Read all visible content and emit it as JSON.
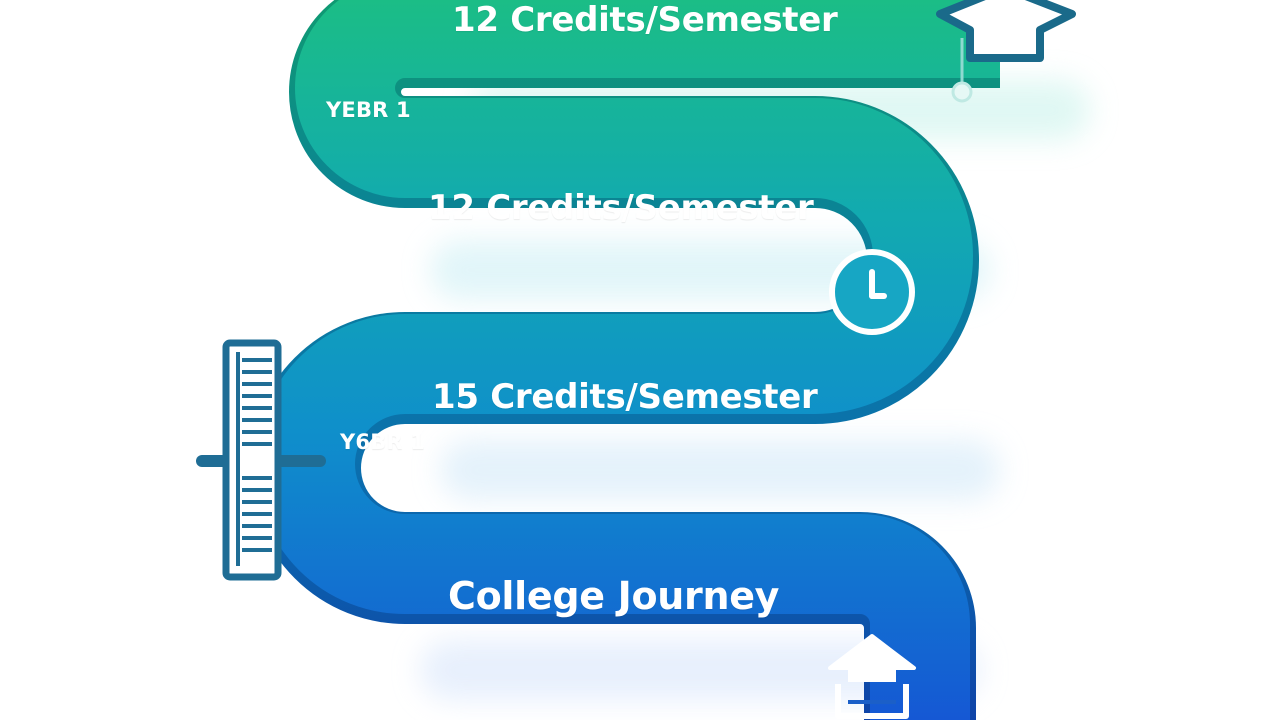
{
  "diagram": {
    "title": "College Journey",
    "segments": [
      {
        "label": "12 Credits/Semester"
      },
      {
        "label": "12 Credits/Semester"
      },
      {
        "label": "15 Credits/Semester"
      }
    ],
    "year_markers": [
      {
        "label": "YEBR 1"
      },
      {
        "label": "Y6BR 1"
      }
    ],
    "icons": [
      "graduation-cap-icon",
      "clock-icon",
      "ruler-gauge-icon",
      "graduation-cap-icon"
    ],
    "colors": {
      "gradient_top": "#19b98a",
      "gradient_mid": "#109fc0",
      "gradient_bottom": "#1560d6",
      "icon_stroke": "#1a5a86",
      "glow": "#c8f1ec"
    }
  }
}
